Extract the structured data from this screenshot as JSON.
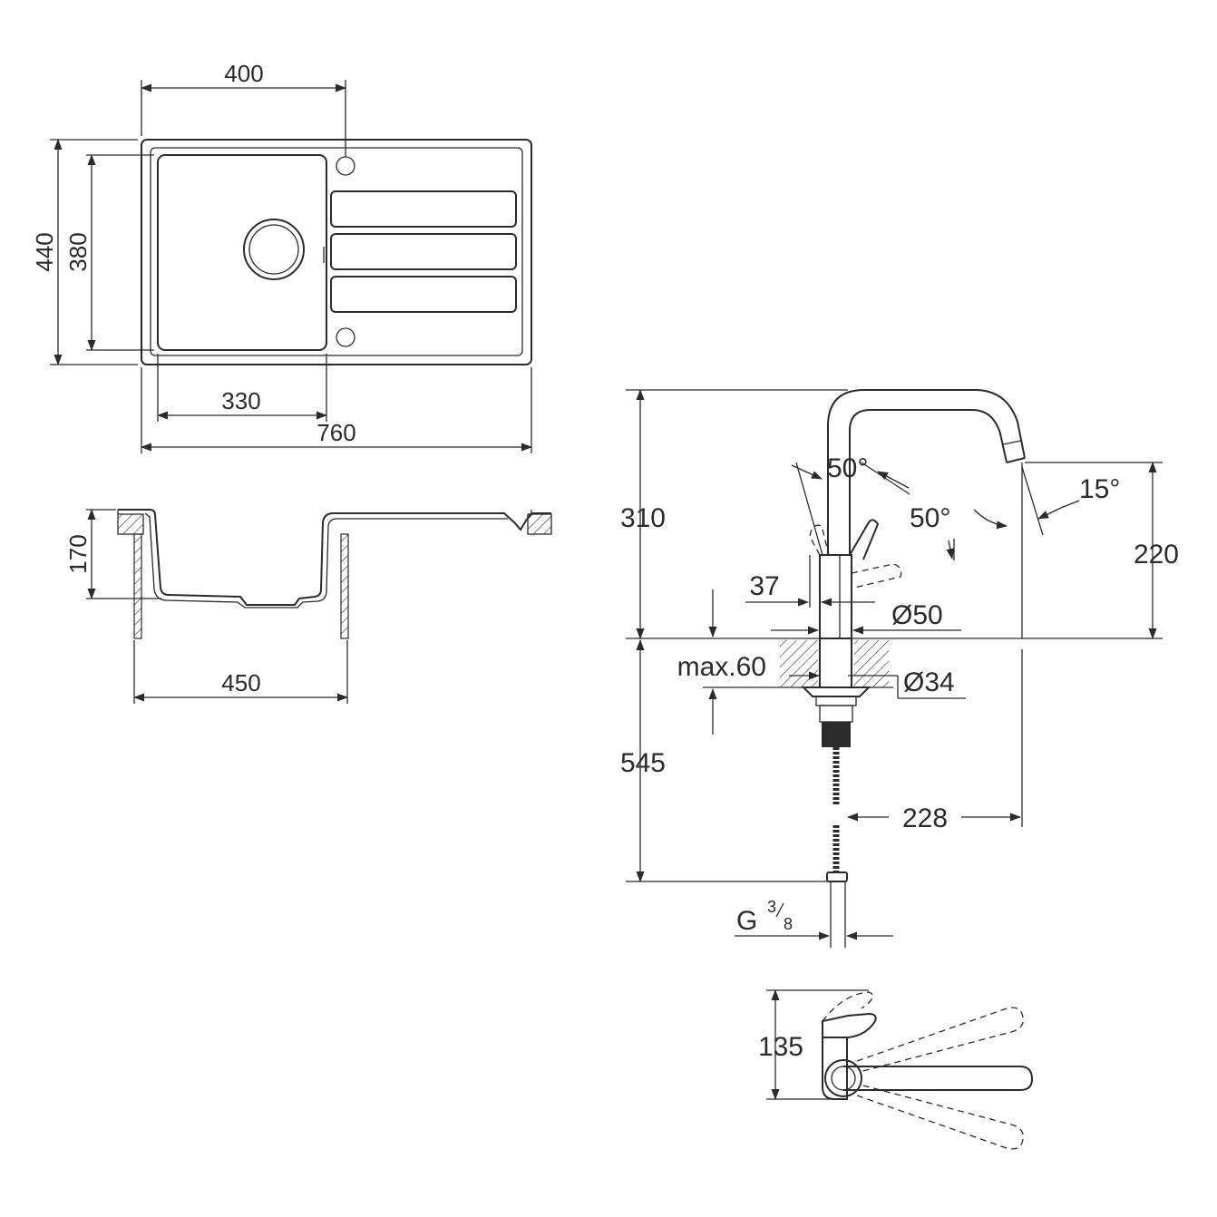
{
  "sink_top_view": {
    "dims": {
      "hole_offset": "400",
      "outer_depth": "440",
      "bowl_depth": "380",
      "bowl_width": "330",
      "overall_width": "760"
    }
  },
  "sink_section_view": {
    "dims": {
      "bowl_height": "170",
      "cabinet_width": "450"
    }
  },
  "faucet_side_view": {
    "dims": {
      "total_height": "310",
      "lever_angle_left": "50°",
      "lever_angle_right": "50°",
      "spout_angle": "15°",
      "spout_height": "220",
      "lever_offset": "37",
      "body_diameter": "Ø50",
      "deck_thickness": "max.60",
      "hole_diameter": "Ø34",
      "hose_length": "545",
      "spout_reach": "228",
      "connection_thread": "G",
      "thread_num": "3",
      "thread_den": "8"
    }
  },
  "faucet_top_view": {
    "dims": {
      "depth": "135"
    }
  }
}
